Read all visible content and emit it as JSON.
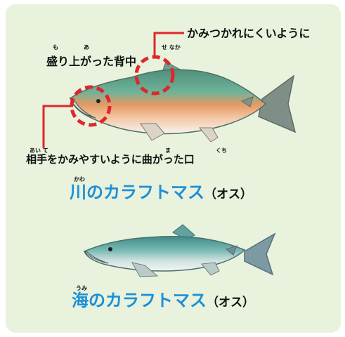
{
  "annotations": {
    "top_line1": "かみつかれにくいように",
    "top_line2": "盛り上がった背中",
    "top_ruby_mo": "も",
    "top_ruby_a": "あ",
    "top_ruby_senaka": "せ なか",
    "mouth_label": "相手をかみやすいように曲がった口",
    "mouth_ruby_aite": "あい て",
    "mouth_ruby_ma": "ま",
    "mouth_ruby_kuchi": "くち"
  },
  "river": {
    "name": "川のカラフトマス",
    "sex": "（オス）",
    "ruby_kawa": "かわ"
  },
  "sea": {
    "name": "海のカラフトマス",
    "sex": "（オス）",
    "ruby_umi": "うみ"
  },
  "colors": {
    "panel_bg": "#e8f2dc",
    "caption_blue": "#1d8fd6",
    "highlight_red": "#e0262a"
  }
}
